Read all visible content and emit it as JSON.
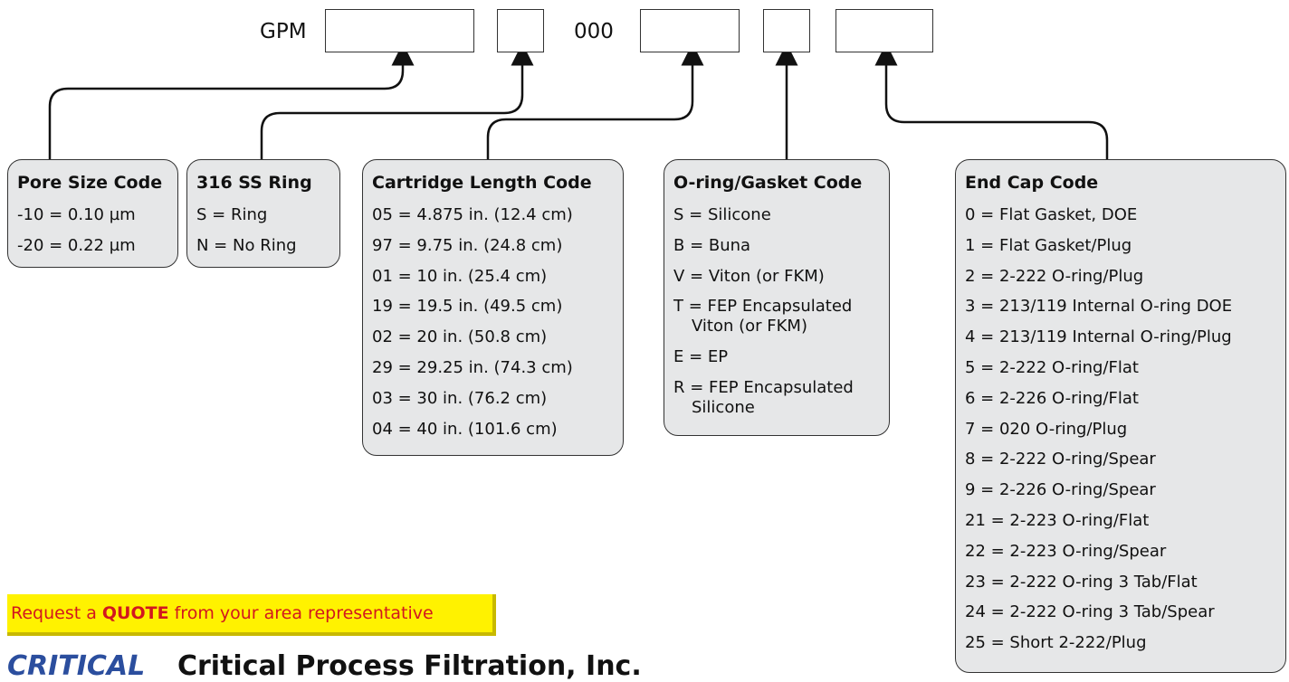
{
  "part_number": {
    "prefix": "GPM",
    "fixed_segment": "000"
  },
  "boxes": {
    "pore": {
      "title": "Pore Size Code",
      "items": [
        "-10 = 0.10 µm",
        "-20 = 0.22 µm"
      ]
    },
    "ring": {
      "title": "316 SS Ring",
      "items": [
        "S = Ring",
        "N = No Ring"
      ]
    },
    "length": {
      "title": "Cartridge Length Code",
      "items": [
        "05 = 4.875 in. (12.4 cm)",
        "97 = 9.75 in. (24.8 cm)",
        "01 = 10 in. (25.4 cm)",
        "19 = 19.5 in. (49.5 cm)",
        "02 = 20 in. (50.8 cm)",
        "29 = 29.25 in. (74.3 cm)",
        "03 = 30 in. (76.2 cm)",
        "04 = 40 in. (101.6 cm)"
      ]
    },
    "oring": {
      "title": "O-ring/Gasket Code",
      "items": [
        "S = Silicone",
        "B = Buna",
        "V = Viton (or FKM)",
        "T = FEP Encapsulated",
        "Viton (or FKM)",
        "E = EP",
        "R = FEP Encapsulated",
        "Silicone"
      ]
    },
    "endcap": {
      "title": "End Cap Code",
      "items": [
        "0 = Flat Gasket, DOE",
        "1 = Flat Gasket/Plug",
        "2 = 2-222 O-ring/Plug",
        "3 = 213/119 Internal O-ring DOE",
        "4 = 213/119 Internal O-ring/Plug",
        "5 = 2-222 O-ring/Flat",
        "6 = 2-226 O-ring/Flat",
        "7 = 020 O-ring/Plug",
        "8 = 2-222 O-ring/Spear",
        "9 = 2-226 O-ring/Spear",
        "21 = 2-223 O-ring/Flat",
        "22 = 2-223 O-ring/Spear",
        "23 = 2-222 O-ring 3 Tab/Flat",
        "24 = 2-222 O-ring 3 Tab/Spear",
        "25 = Short 2-222/Plug"
      ]
    }
  },
  "quote": {
    "before": "Request a ",
    "bold": "QUOTE",
    "after": " from your area representative"
  },
  "footer": {
    "word": "CRITICAL",
    "title": "Critical Process Filtration, Inc."
  },
  "colors": {
    "box_fill": "#e6e7e8",
    "banner_fill": "#fff200",
    "banner_text": "#d2171f",
    "footer_word": "#2b4e9e"
  }
}
